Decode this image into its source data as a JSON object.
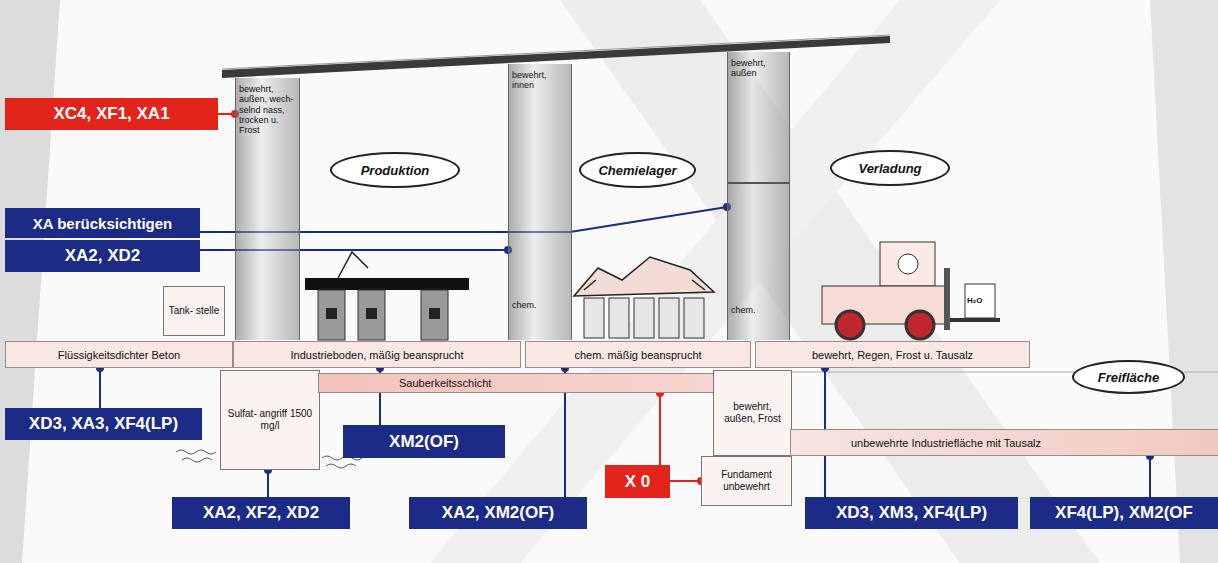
{
  "diagram": {
    "nodes": [
      {
        "text": [
          "XC4, XF1, XA1"
        ]
      },
      {
        "text": [
          "bewehrt, außen, wech- selnd nass, trocken u. Frost"
        ]
      },
      {
        "text": [
          "Produktion"
        ]
      },
      {
        "text": [
          "bewehrt, innen",
          "chem."
        ]
      },
      {
        "text": [
          "Chemielager"
        ]
      },
      {
        "text": [
          "bewehrt, außen",
          "chem."
        ]
      },
      {
        "text": [
          "Verladung"
        ]
      },
      {
        "text": [
          "XA berücksichtigen"
        ]
      },
      {
        "text": [
          "XA2, XD2"
        ]
      },
      {
        "text": [
          "Tank- stelle"
        ]
      },
      {
        "text": [
          "Flüssigkeitsdichter Beton"
        ]
      },
      {
        "text": [
          "Industrieboden, mäßig beansprucht"
        ]
      },
      {
        "text": [
          "chem. mäßig beansprucht"
        ]
      },
      {
        "text": [
          "bewehrt, Regen, Frost u. Tausalz"
        ]
      },
      {
        "text": [
          "Freifläche"
        ]
      },
      {
        "text": [
          "Sulfat- angriff 1500 mg/l"
        ]
      },
      {
        "text": [
          "Sauberkeitsschicht"
        ]
      },
      {
        "text": [
          "bewehrt, außen, Frost"
        ]
      },
      {
        "text": [
          "unbewehrte Industriefläche mit Tausalz"
        ]
      },
      {
        "text": [
          "XD3, XA3, XF4(LP)"
        ]
      },
      {
        "text": [
          "XM2(OF)"
        ]
      },
      {
        "text": [
          "X 0"
        ]
      },
      {
        "text": [
          "Fundament unbewehrt"
        ]
      },
      {
        "text": [
          "XA2, XF2, XD2"
        ]
      },
      {
        "text": [
          "XA2, XM2(OF)"
        ]
      },
      {
        "text": [
          "XD3, XM3, XF4(LP)"
        ]
      },
      {
        "text": [
          "XF4(LP), XM2(OF"
        ]
      }
    ],
    "edges": [
      {
        "from": 0,
        "to": 1,
        "arrow": "none"
      },
      {
        "from": 7,
        "to": 5,
        "arrow": "none"
      },
      {
        "from": 8,
        "to": 3,
        "arrow": "none"
      },
      {
        "from": 19,
        "to": 10,
        "arrow": "none"
      },
      {
        "from": 20,
        "to": 11,
        "arrow": "none"
      },
      {
        "from": 23,
        "to": 15,
        "arrow": "none"
      },
      {
        "from": 24,
        "to": 12,
        "arrow": "none"
      },
      {
        "from": 21,
        "to": 16,
        "arrow": "none"
      },
      {
        "from": 21,
        "to": 22,
        "arrow": "none"
      },
      {
        "from": 25,
        "to": 13,
        "arrow": "none"
      },
      {
        "from": 26,
        "to": 18,
        "arrow": "none"
      }
    ],
    "labels": [
      "H₂O"
    ]
  }
}
